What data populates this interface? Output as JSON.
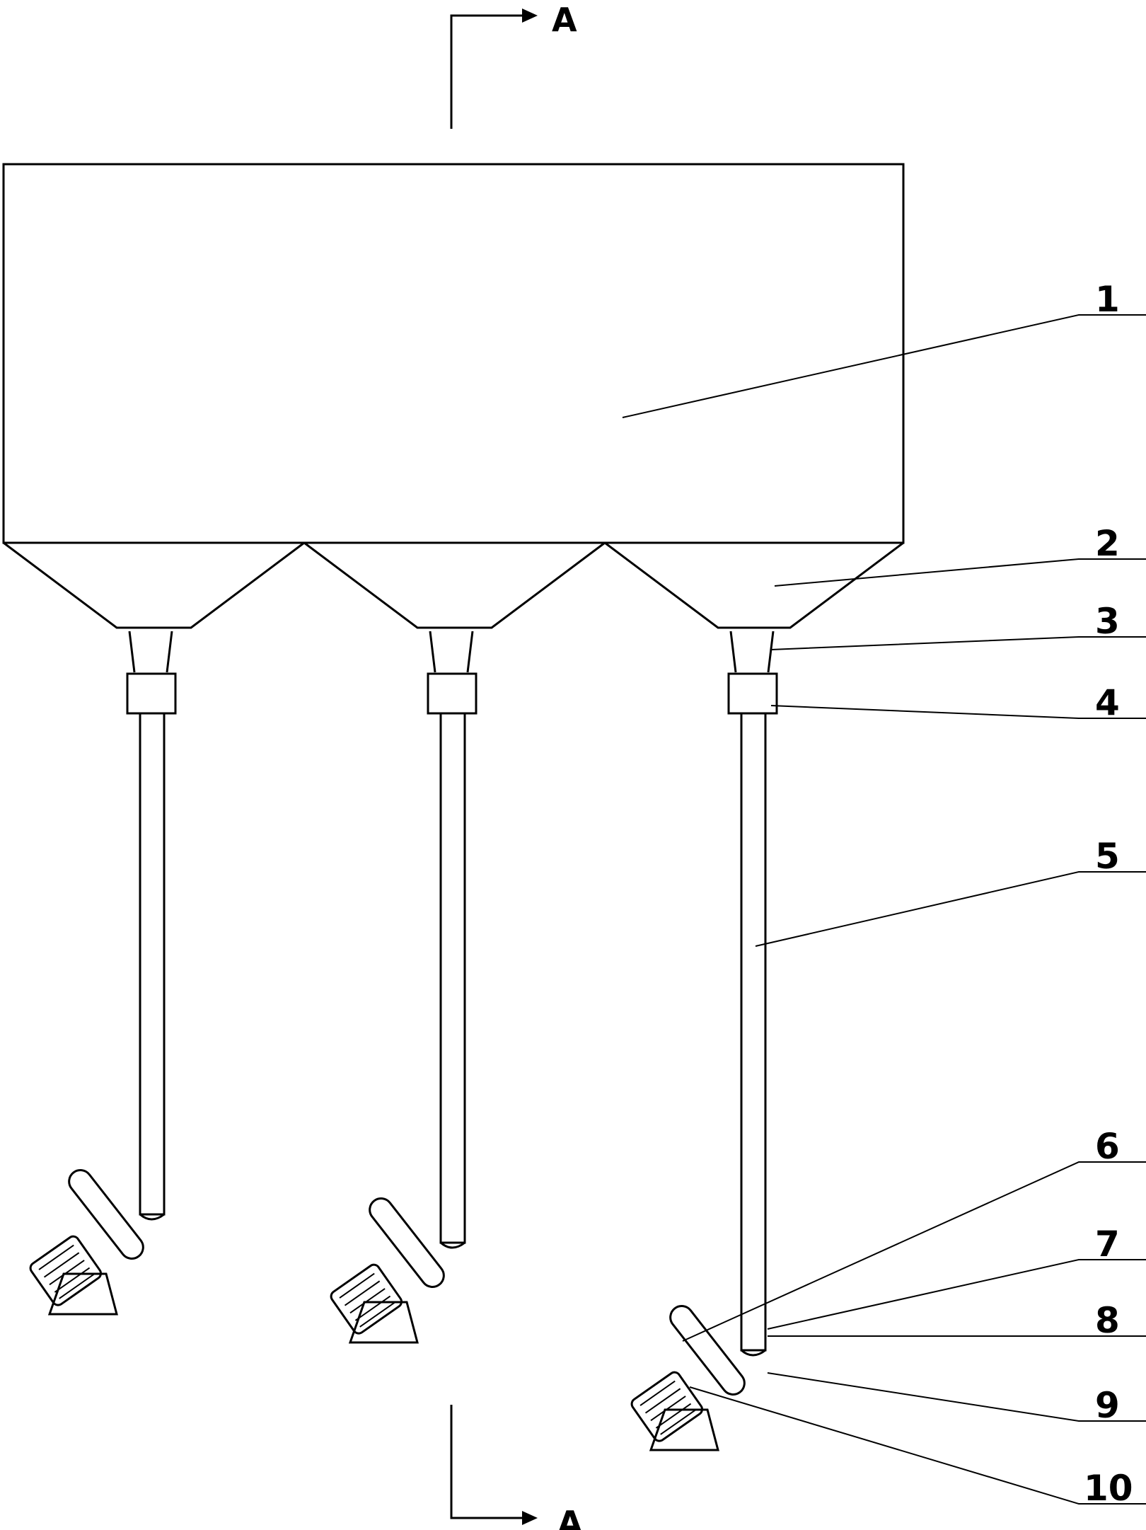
{
  "section": {
    "top_label": "A",
    "bottom_label": "A"
  },
  "labels": [
    "1",
    "2",
    "3",
    "4",
    "5",
    "6",
    "7",
    "8",
    "9",
    "10"
  ],
  "line_color": "#000000",
  "background_color": "#ffffff"
}
